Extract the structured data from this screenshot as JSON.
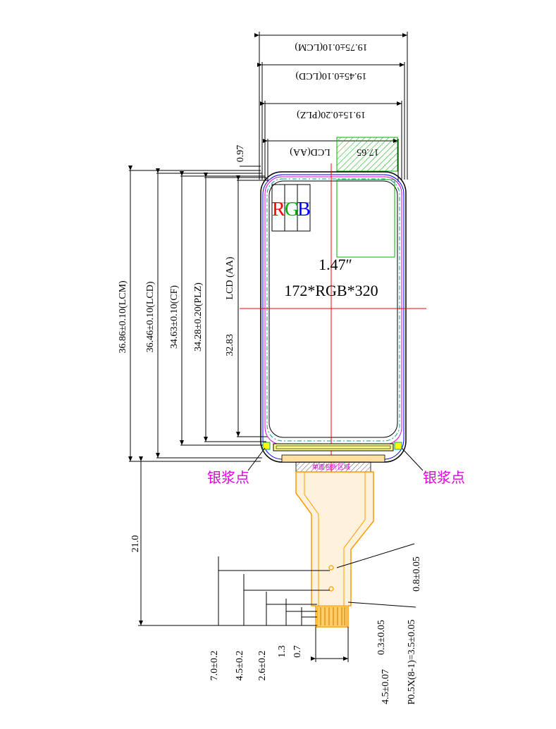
{
  "width_dims": {
    "lcm": "19.75±0.10(LCM)",
    "lcd": "19.45±0.10(LCD)",
    "plz": "19.15±0.20(PLZ)",
    "aa_value": "17.65",
    "aa_label": "LCD(AA)",
    "offset": "0.97"
  },
  "height_dims": {
    "lcm": "36.86±0.10(LCM)",
    "lcd": "36.46±0.10(LCD)",
    "cf": "34.63±0.10(CF)",
    "plz": "34.28±0.20(PLZ)",
    "aa": "LCD (AA)",
    "aa_value": "32.83"
  },
  "screen": {
    "rgb_r": "R",
    "rgb_g": "G",
    "rgb_b": "B",
    "size": "1.47″",
    "resolution": "172*RGB*320"
  },
  "labels": {
    "silver_left": "银浆点",
    "silver_right": "银浆点",
    "fpc_zone": "单面包折区域"
  },
  "fpc_dims": {
    "length": "21.0",
    "d7": "7.0±0.2",
    "d45": "4.5±0.2",
    "d26": "2.6±0.2",
    "d13": "1.3",
    "d07": "0.7",
    "w45": "4.5±0.07",
    "w03": "0.3±0.05",
    "pitch": "P0.5X(8-1)=3.5±0.05",
    "hole": "0.8±0.05"
  },
  "colors": {
    "outline": "#000000",
    "red": "#ff0000",
    "green": "#00b000",
    "blue": "#0000ff",
    "magenta": "#e000e0",
    "fpc": "#ffaa33",
    "cyan": "#00a0a0"
  }
}
